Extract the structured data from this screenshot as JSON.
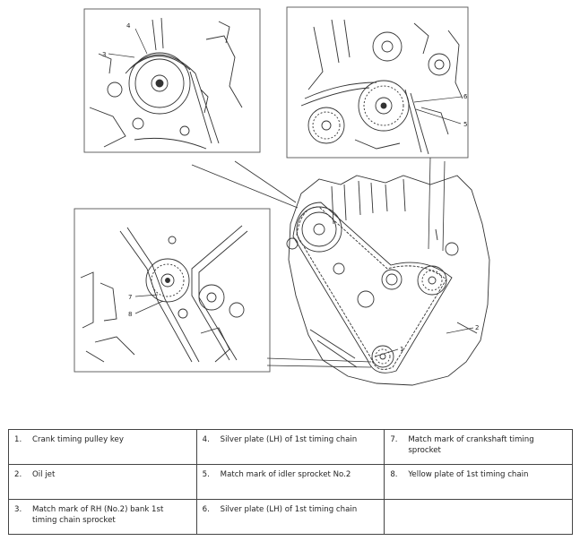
{
  "callouts": [
    "1",
    "2",
    "3",
    "4",
    "5",
    "6",
    "7",
    "8"
  ],
  "legend": [
    [
      {
        "num": "1.",
        "text": "Crank timing pulley key"
      },
      {
        "num": "4.",
        "text": "Silver plate (LH) of 1st timing chain"
      },
      {
        "num": "7.",
        "text": "Match mark of crankshaft timing sprocket"
      }
    ],
    [
      {
        "num": "2.",
        "text": "Oil jet"
      },
      {
        "num": "5.",
        "text": "Match mark of idler sprocket No.2"
      },
      {
        "num": "8.",
        "text": "Yellow plate of 1st timing chain"
      }
    ],
    [
      {
        "num": "3.",
        "text": "Match mark of RH (No.2) bank 1st timing chain sprocket"
      },
      {
        "num": "6.",
        "text": "Silver plate (LH) of 1st timing chain"
      },
      {
        "num": "",
        "text": ""
      }
    ]
  ]
}
